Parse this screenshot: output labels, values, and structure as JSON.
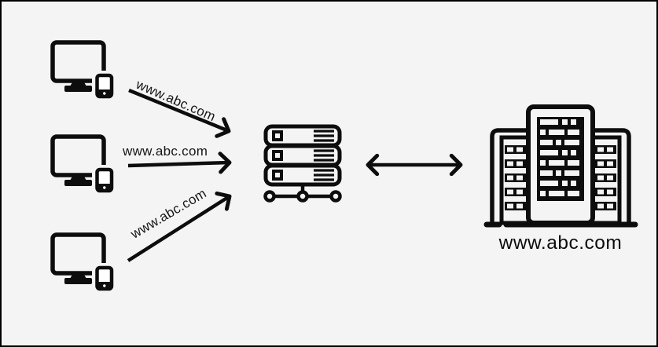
{
  "colors": {
    "background": "#f5f4f5",
    "stroke": "#0d0d0d",
    "frame": "#000000"
  },
  "clients": [
    {
      "icon": "desktop-and-phone-icon",
      "request": {
        "label": "www.abc.com",
        "direction": "down-right"
      }
    },
    {
      "icon": "desktop-and-phone-icon",
      "request": {
        "label": "www.abc.com",
        "direction": "right"
      }
    },
    {
      "icon": "desktop-and-phone-icon",
      "request": {
        "label": "www.abc.com",
        "direction": "up-right"
      }
    }
  ],
  "server": {
    "icon": "server-rack-network-icon"
  },
  "link": {
    "icon": "double-headed-arrow-icon"
  },
  "website": {
    "icon": "office-building-icon",
    "label": "www.abc.com"
  }
}
